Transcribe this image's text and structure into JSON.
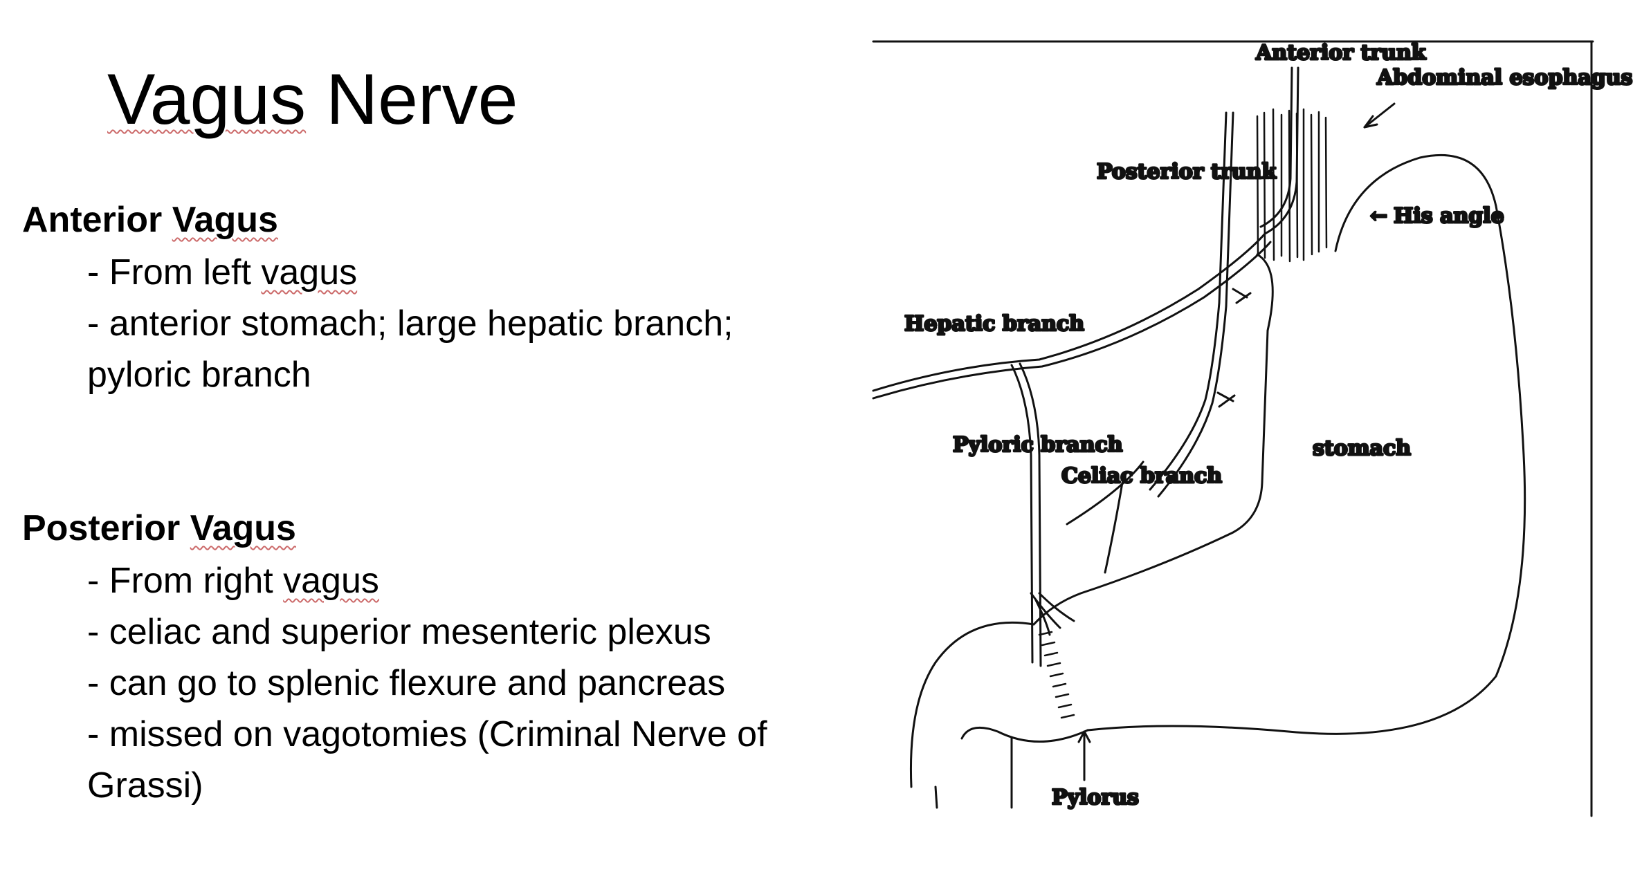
{
  "slide": {
    "title_word1": "Vagus",
    "title_word2": "Nerve"
  },
  "anterior": {
    "heading_word1": "Anterior",
    "heading_word2": "Vagus",
    "item1_prefix": "- From left",
    "item1_word": "vagus",
    "item2_line1": "- anterior stomach; large hepatic branch;",
    "item2_line2": "pyloric branch"
  },
  "posterior": {
    "heading_word1": "Posterior",
    "heading_word2": "Vagus",
    "item1_prefix": "- From right",
    "item1_word": "vagus",
    "item2": "- celiac and superior mesenteric plexus",
    "item3": "- can go to splenic flexure and pancreas",
    "item4_line1": "- missed on vagotomies (Criminal Nerve of",
    "item4_line2": "Grassi)"
  },
  "figure": {
    "labels": {
      "anterior_trunk": "Anterior trunk",
      "abdominal_esophagus": "Abdominal esophagus",
      "posterior_trunk": "Posterior trunk",
      "his_angle": "His angle",
      "his_angle_arrow": "←",
      "hepatic_branch": "Hepatic branch",
      "pyloric_branch": "Pyloric branch",
      "celiac_branch": "Celiac branch",
      "stomach": "stomach",
      "pylorus": "Pylorus"
    },
    "line_color": "#111111"
  }
}
